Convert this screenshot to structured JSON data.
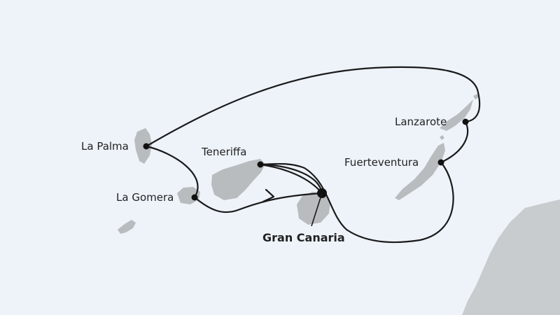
{
  "map": {
    "colors": {
      "sea": "#eef3fa",
      "island": "#b9bcbf",
      "mainland": "#c9cccf",
      "route": "#1a1a1a",
      "port": "#111111"
    },
    "ports": {
      "la_palma": "La Palma",
      "la_gomera": "La Gomera",
      "teneriffa": "Teneriffa",
      "gran_canaria": "Gran Canaria",
      "fuerteventura": "Fuerteventura",
      "lanzarote": "Lanzarote"
    },
    "start_port": "Gran Canaria"
  }
}
